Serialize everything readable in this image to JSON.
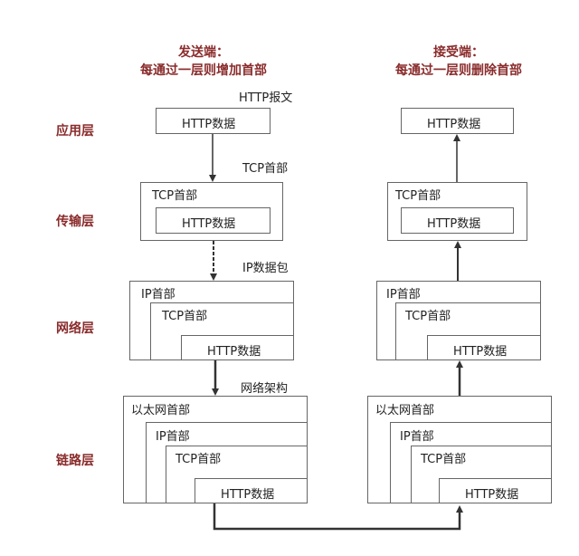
{
  "header": {
    "sender_title": "发送端：",
    "sender_subtitle": "每通过一层则增加首部",
    "receiver_title": "接受端：",
    "receiver_subtitle": "每通过一层则删除首部"
  },
  "layers": {
    "application": "应用层",
    "transport": "传输层",
    "network": "网络层",
    "link": "链路层"
  },
  "side_labels": {
    "http_message": "HTTP报文",
    "tcp_header": "TCP首部",
    "ip_packet": "IP数据包",
    "network_frame": "网络架构"
  },
  "box_labels": {
    "http_data": "HTTP数据",
    "tcp_header": "TCP首部",
    "ip_header": "IP首部",
    "ethernet_header": "以太网首部"
  }
}
